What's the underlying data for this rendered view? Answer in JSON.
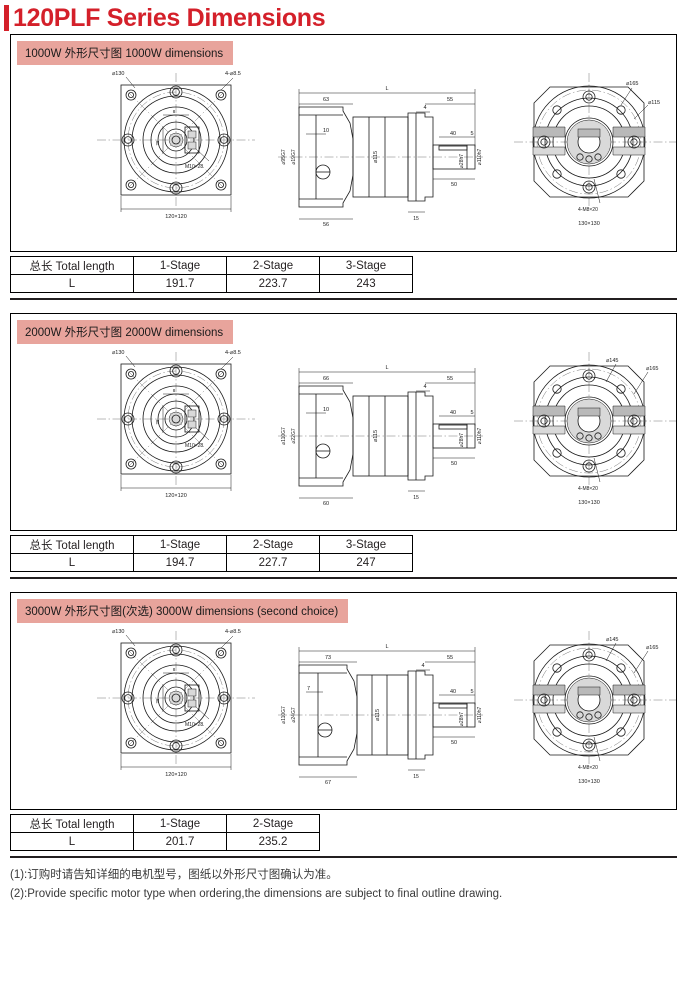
{
  "page": {
    "title": "120PLF Series Dimensions",
    "accent_color": "#d4202a",
    "section_header_bg": "#e8a49c"
  },
  "sections": [
    {
      "id": "1000w",
      "header": "1000W 外形尺寸图 1000W dimensions",
      "table": {
        "headers": [
          "总长 Total length",
          "1-Stage",
          "2-Stage",
          "3-Stage"
        ],
        "row_label": "L",
        "values": [
          "191.7",
          "223.7",
          "243"
        ]
      },
      "drawing": {
        "left_view": {
          "bolt_circle": "⌀130",
          "holes": "4-⌀8.5",
          "thread": "M10×28",
          "square": "120×120",
          "inner_dim": "28",
          "small_dim": "8"
        },
        "side_view": {
          "overall": "L",
          "front_len": "63",
          "rear_len": "55",
          "step": "4",
          "key_height": "10",
          "key_len": "40",
          "chamfer": "5",
          "body_dia": "⌀115",
          "shaft_len": "50",
          "base_len": "56",
          "flange_thk": "15",
          "pilot_dia": "⌀95G7",
          "bore_dia": "⌀19G7",
          "shaft_dia": "⌀28h7",
          "out_pilot": "⌀110h7"
        },
        "right_view": {
          "outer_dia": "⌀165",
          "inner_dia": "⌀115",
          "screws": "4-M8×20",
          "square": "130×130"
        }
      }
    },
    {
      "id": "2000w",
      "header": "2000W 外形尺寸图 2000W dimensions",
      "table": {
        "headers": [
          "总长 Total length",
          "1-Stage",
          "2-Stage",
          "3-Stage"
        ],
        "row_label": "L",
        "values": [
          "194.7",
          "227.7",
          "247"
        ]
      },
      "drawing": {
        "left_view": {
          "bolt_circle": "⌀130",
          "holes": "4-⌀8.5",
          "thread": "M10×28",
          "square": "120×120",
          "inner_dim": "28",
          "small_dim": "8"
        },
        "side_view": {
          "overall": "L",
          "front_len": "66",
          "rear_len": "55",
          "step": "4",
          "key_height": "10",
          "key_len": "40",
          "chamfer": "5",
          "body_dia": "⌀115",
          "shaft_len": "50",
          "base_len": "60",
          "flange_thk": "15",
          "pilot_dia": "⌀110G7",
          "bore_dia": "⌀22G7",
          "shaft_dia": "⌀28h7",
          "out_pilot": "⌀110h7"
        },
        "right_view": {
          "outer_dia": "⌀165",
          "inner_dia": "⌀145",
          "screws": "4-M8×20",
          "square": "130×130"
        }
      }
    },
    {
      "id": "3000w",
      "header": "3000W 外形尺寸图(次选) 3000W dimensions (second choice)",
      "table": {
        "headers": [
          "总长 Total length",
          "1-Stage",
          "2-Stage"
        ],
        "row_label": "L",
        "values": [
          "201.7",
          "235.2"
        ]
      },
      "drawing": {
        "left_view": {
          "bolt_circle": "⌀130",
          "holes": "4-⌀8.5",
          "thread": "M10×28",
          "square": "120×120",
          "inner_dim": "28",
          "small_dim": "8"
        },
        "side_view": {
          "overall": "L",
          "front_len": "73",
          "rear_len": "55",
          "step": "4",
          "key_height": "7",
          "key_len": "40",
          "chamfer": "5",
          "body_dia": "⌀115",
          "shaft_len": "50",
          "base_len": "67",
          "flange_thk": "15",
          "pilot_dia": "⌀110G7",
          "bore_dia": "⌀24G7",
          "shaft_dia": "⌀28h7",
          "out_pilot": "⌀110h7"
        },
        "right_view": {
          "outer_dia": "⌀165",
          "inner_dia": "⌀145",
          "screws": "4-M8×20",
          "square": "130×130"
        }
      }
    }
  ],
  "notes": [
    "(1):订购时请告知详细的电机型号，图纸以外形尺寸图确认为准。",
    "(2):Provide specific motor type when ordering,the dimensions are subject to final outline drawing."
  ]
}
